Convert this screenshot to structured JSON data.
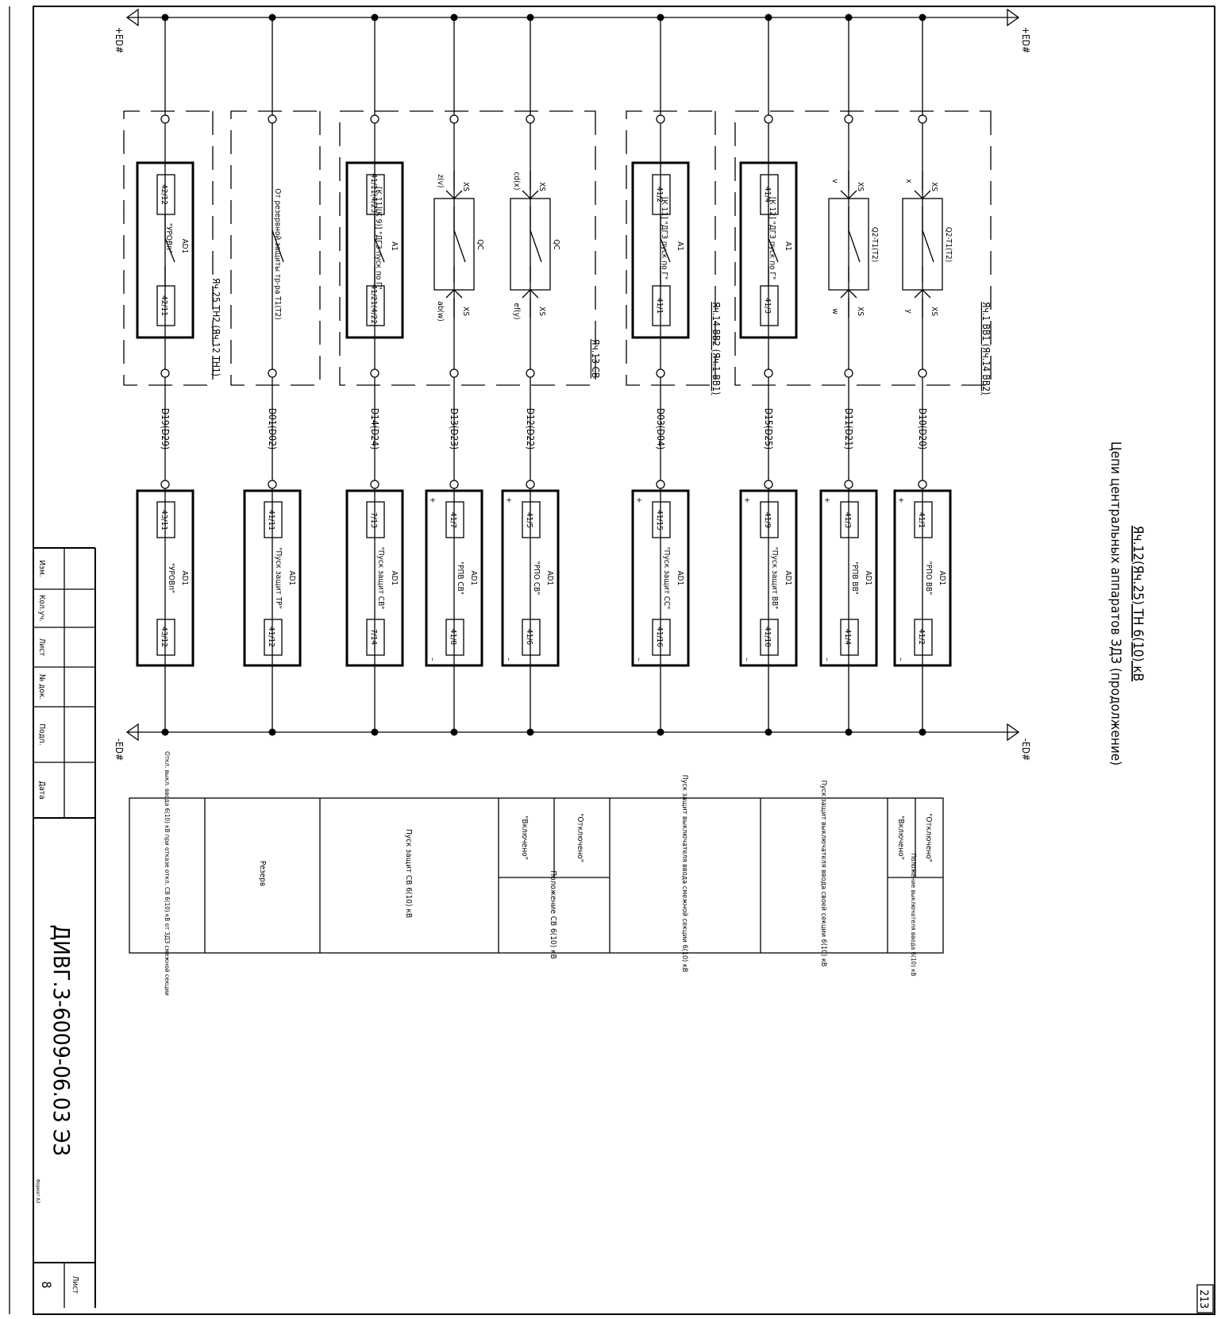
{
  "sheet_title": "Яч.12(Яч.25) ТН 6(10) кВ",
  "sheet_subtitle": "Цепи центральных аппаратов ЗДЗ (продолжение)",
  "bus_labels": {
    "plus": "+ED#",
    "minus": "-ED#"
  },
  "columns": [
    {
      "circuit": "D10(D20)",
      "top": {
        "contact_label": "Q2-T1(T2)",
        "connector": "XS",
        "upper_pin": "x",
        "lower_pin": "y",
        "qc": ""
      },
      "bottom": {
        "device": "AD1",
        "function": "\"РПО ВВ\"",
        "terminal_a": "41/1",
        "terminal_b": "41/2",
        "polarity": [
          "+",
          "–"
        ]
      }
    },
    {
      "circuit": "D11(D21)",
      "top": {
        "contact_label": "Q2-T1(T2)",
        "connector": "XS",
        "upper_pin": "v",
        "lower_pin": "w",
        "qc": ""
      },
      "bottom": {
        "device": "AD1",
        "function": "\"РПВ ВВ\"",
        "terminal_a": "41/3",
        "terminal_b": "41/4",
        "polarity": [
          "+",
          "–"
        ]
      }
    },
    {
      "circuit": "D15(D25)",
      "top": {
        "device": "A1",
        "description": "[К 12] \"ДГЗ пуск по Г\"",
        "terminal_a": "41/4",
        "terminal_b": "41/3"
      },
      "bottom": {
        "device": "AD1",
        "function": "\"Пуск защит ВВ\"",
        "terminal_a": "41/9",
        "terminal_b": "41/10",
        "polarity": [
          "+",
          "–"
        ]
      }
    },
    {
      "circuit": "D03(D04)",
      "top": {
        "device": "A1",
        "description": "[К 11] \"ДГЗ пуск по Г\"",
        "terminal_a": "41/2",
        "terminal_b": "41/1"
      },
      "bottom": {
        "device": "AD1",
        "function": "\"Пуск защит СС\"",
        "terminal_a": "41/15",
        "terminal_b": "41/16",
        "polarity": [
          "+",
          "–"
        ]
      }
    },
    {
      "circuit": "D12(D22)",
      "top": {
        "contact_label": "QC",
        "connector": "XS",
        "upper_pin": "cd(x)",
        "lower_pin": "ef(y)"
      },
      "bottom": {
        "device": "AD1",
        "function": "\"РПО СВ\"",
        "terminal_a": "41/5",
        "terminal_b": "41/6",
        "polarity": [
          "+",
          "–"
        ]
      }
    },
    {
      "circuit": "D13(D23)",
      "top": {
        "contact_label": "QC",
        "connector": "XS",
        "upper_pin": "z(v)",
        "lower_pin": "ab(w)"
      },
      "bottom": {
        "device": "AD1",
        "function": "\"РПВ СВ\"",
        "terminal_a": "41/7",
        "terminal_b": "41/8",
        "polarity": [
          "+",
          "–"
        ]
      }
    },
    {
      "circuit": "D14(D24)",
      "top": {
        "device": "A1",
        "description": "[К 11](К 9)] \"ДГЗ пуск по Г\"",
        "terminal_a": "41/11(4/23)",
        "terminal_b": "41/21(4/22)"
      },
      "bottom": {
        "device": "AD1",
        "function": "\"Пуск защит СВ\"",
        "terminal_a": "7/13",
        "terminal_b": "7/14"
      }
    },
    {
      "circuit": "D01(D02)",
      "top": {
        "description": "От резервной защиты тр-ра Т1(Т2)"
      },
      "bottom": {
        "device": "AD1",
        "function": "\"Пуск защит ТР\"",
        "terminal_a": "41/11",
        "terminal_b": "41/12"
      }
    },
    {
      "circuit": "D19(D29)",
      "top": {
        "device": "AD1",
        "description": "\"УРОВп\"",
        "terminal_a": "42/12",
        "terminal_b": "42/11"
      },
      "bottom": {
        "device": "AD1",
        "function": "\"УРОВп\"",
        "terminal_a": "43/11",
        "terminal_b": "43/12"
      }
    }
  ],
  "group_labels": {
    "vv1": "Яч.1 ВВ1 (Яч.14 ВВ2)",
    "vv2": "Яч.14 ВВ2 (Яч.1 ВВ1)",
    "sv": "Яч.13 СВ",
    "tn": "Яч.25 ТН2 (Яч.12 ТН1)"
  },
  "legend": [
    {
      "text": "\"Отключено\""
    },
    {
      "text": "\"Включено\""
    },
    {
      "text": "Положение выключателя ввода 6(10) кВ"
    },
    {
      "text": "Пуск защит выключателя ввода своей секции 6(10) кВ"
    },
    {
      "text": "Пуск защит выключателя ввода смежной секции 6(10) кВ"
    },
    {
      "text": "\"Отключено\""
    },
    {
      "text": "\"Включено\""
    },
    {
      "text": "Положение СВ 6(10) кВ"
    },
    {
      "text": "Пуск защит СВ 6(10) кВ"
    },
    {
      "text": "Резерв"
    },
    {
      "text": "Откл. выкл. ввода 6(10) кВ при отказе откл. СВ 6(10) кВ от ЗДЗ смежной секции"
    }
  ],
  "title_block": {
    "doc_number": "ДИВГ.3-6009-06.03 ЭЗ",
    "sheet_label": "Лист",
    "sheet_number": "8",
    "page_number": "213",
    "format_note": "Формат А3",
    "headers": [
      "Изм.",
      "Кол.уч.",
      "Лист",
      "№ док.",
      "Подп.",
      "Дата"
    ]
  }
}
